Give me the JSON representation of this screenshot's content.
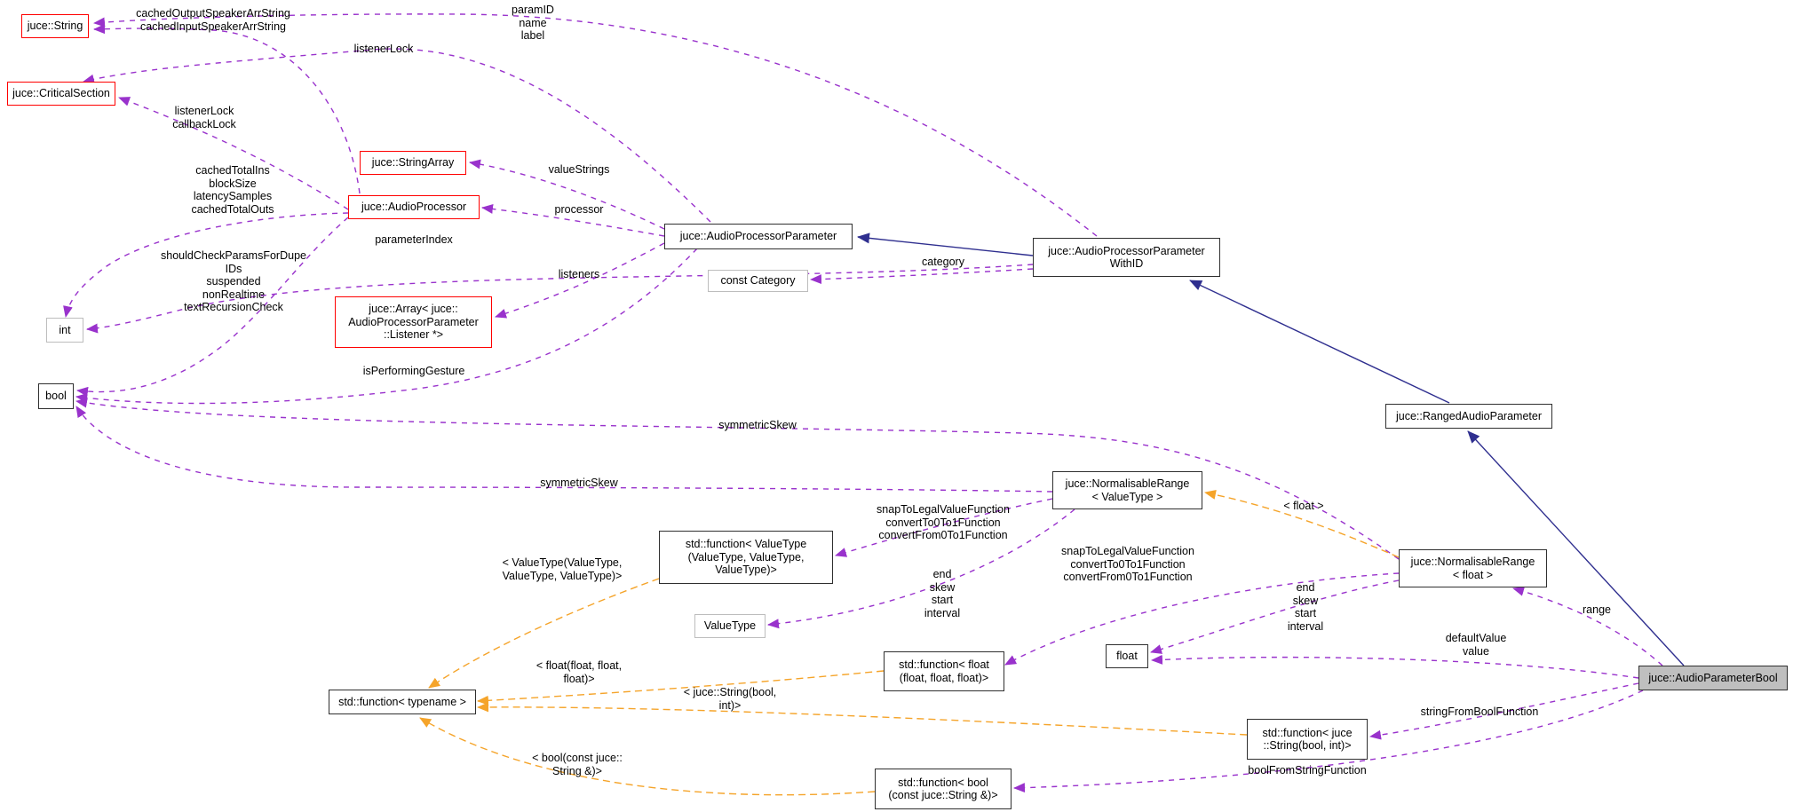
{
  "diagram": {
    "title": "Collaboration graph for juce::AudioParameterBool",
    "colors": {
      "background": "#ffffff",
      "inheritance_edge": "#2f2f8f",
      "member_edge": "#9932cc",
      "template_edge": "#f5a42a",
      "external_class_border": "#ff0000",
      "class_border": "#2f2f2f",
      "primitive_border": "#bdbdbd",
      "target_fill": "#bfbfbf"
    },
    "nodes": [
      {
        "id": "string",
        "lines": [
          "juce::String"
        ]
      },
      {
        "id": "critical-section",
        "lines": [
          "juce::CriticalSection"
        ]
      },
      {
        "id": "string-array",
        "lines": [
          "juce::StringArray"
        ]
      },
      {
        "id": "audio-processor",
        "lines": [
          "juce::AudioProcessor"
        ]
      },
      {
        "id": "audio-processor-parameter",
        "lines": [
          "juce::AudioProcessorParameter"
        ]
      },
      {
        "id": "const-category",
        "lines": [
          "const Category"
        ]
      },
      {
        "id": "audio-processor-parameter-with-id",
        "lines": [
          "juce::AudioProcessorParameter",
          "WithID"
        ]
      },
      {
        "id": "array-listener",
        "lines": [
          "juce::Array< juce::",
          "AudioProcessorParameter",
          "::Listener *>"
        ]
      },
      {
        "id": "int",
        "lines": [
          "int"
        ]
      },
      {
        "id": "bool",
        "lines": [
          "bool"
        ]
      },
      {
        "id": "ranged-audio-parameter",
        "lines": [
          "juce::RangedAudioParameter"
        ]
      },
      {
        "id": "normalisable-range-valuetype",
        "lines": [
          "juce::NormalisableRange",
          "< ValueType >"
        ]
      },
      {
        "id": "normalisable-range-float",
        "lines": [
          "juce::NormalisableRange",
          "< float >"
        ]
      },
      {
        "id": "fn-valuetype",
        "lines": [
          "std::function< ValueType",
          "(ValueType, ValueType,",
          "ValueType)>"
        ]
      },
      {
        "id": "valuetype",
        "lines": [
          "ValueType"
        ]
      },
      {
        "id": "fn-float",
        "lines": [
          "std::function< float",
          "(float, float, float)>"
        ]
      },
      {
        "id": "float",
        "lines": [
          "float"
        ]
      },
      {
        "id": "fn-typename",
        "lines": [
          "std::function< typename >"
        ]
      },
      {
        "id": "fn-juce-string",
        "lines": [
          "std::function< juce",
          "::String(bool, int)>"
        ]
      },
      {
        "id": "fn-bool",
        "lines": [
          "std::function< bool",
          "(const juce::String &)>"
        ]
      },
      {
        "id": "audio-parameter-bool",
        "lines": [
          "juce::AudioParameterBool"
        ]
      }
    ],
    "edge_labels": [
      {
        "id": "cached-speaker-strings",
        "lines": [
          "cachedOutputSpeakerArrString",
          "cachedInputSpeakerArrString"
        ]
      },
      {
        "id": "param-id-name-label",
        "lines": [
          "paramID",
          "name",
          "label"
        ]
      },
      {
        "id": "listener-lock",
        "lines": [
          "listenerLock"
        ]
      },
      {
        "id": "listener-callback-lock",
        "lines": [
          "listenerLock",
          "callbackLock"
        ]
      },
      {
        "id": "cached-totals",
        "lines": [
          "cachedTotalIns",
          "blockSize",
          "latencySamples",
          "cachedTotalOuts"
        ]
      },
      {
        "id": "should-check",
        "lines": [
          "shouldCheckParamsForDupe",
          "IDs",
          "suspended",
          "nonRealtime",
          "textRecursionCheck"
        ]
      },
      {
        "id": "value-strings",
        "lines": [
          "valueStrings"
        ]
      },
      {
        "id": "processor",
        "lines": [
          "processor"
        ]
      },
      {
        "id": "parameter-index",
        "lines": [
          "parameterIndex"
        ]
      },
      {
        "id": "listeners",
        "lines": [
          "listeners"
        ]
      },
      {
        "id": "is-performing-gesture",
        "lines": [
          "isPerformingGesture"
        ]
      },
      {
        "id": "category",
        "lines": [
          "category"
        ]
      },
      {
        "id": "symmetric-skew-1",
        "lines": [
          "symmetricSkew"
        ]
      },
      {
        "id": "symmetric-skew-2",
        "lines": [
          "symmetricSkew"
        ]
      },
      {
        "id": "snap-functions-left",
        "lines": [
          "snapToLegalValueFunction",
          "convertTo0To1Function",
          "convertFrom0To1Function"
        ]
      },
      {
        "id": "snap-functions-right",
        "lines": [
          "snapToLegalValueFunction",
          "convertTo0To1Function",
          "convertFrom0To1Function"
        ]
      },
      {
        "id": "float-template-arg",
        "lines": [
          "< float >"
        ]
      },
      {
        "id": "end-skew-start-interval-1",
        "lines": [
          "end",
          "skew",
          "start",
          "interval"
        ]
      },
      {
        "id": "end-skew-start-interval-2",
        "lines": [
          "end",
          "skew",
          "start",
          "interval"
        ]
      },
      {
        "id": "range",
        "lines": [
          "range"
        ]
      },
      {
        "id": "default-value",
        "lines": [
          "defaultValue",
          "value"
        ]
      },
      {
        "id": "valuetype-template-arg",
        "lines": [
          "< ValueType(ValueType,",
          "ValueType, ValueType)>"
        ]
      },
      {
        "id": "float-fn-template-arg",
        "lines": [
          "< float(float, float,",
          "float)>"
        ]
      },
      {
        "id": "juce-string-template-arg",
        "lines": [
          "< juce::String(bool,",
          "int)>"
        ]
      },
      {
        "id": "bool-template-arg",
        "lines": [
          "< bool(const juce::",
          "String &)>"
        ]
      },
      {
        "id": "string-from-bool",
        "lines": [
          "stringFromBoolFunction"
        ]
      },
      {
        "id": "bool-from-string",
        "lines": [
          "boolFromStringFunction"
        ]
      }
    ]
  }
}
